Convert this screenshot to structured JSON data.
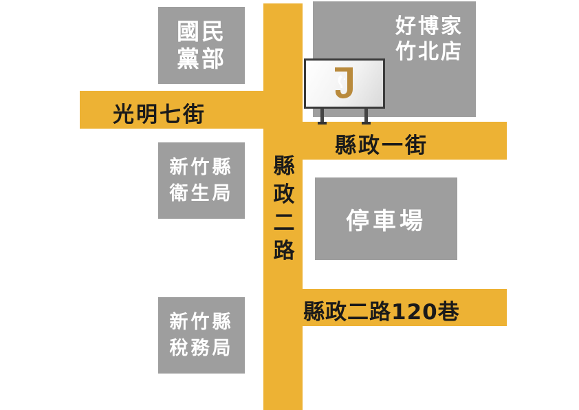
{
  "colors": {
    "road": "#EDB234",
    "block": "#9E9E9E",
    "road_text": "#1A1A1A",
    "block_text": "#FFFFFF",
    "logo_gold": "#B98A3C"
  },
  "roads": {
    "guangming7": "光明七街",
    "xianzheng1": "縣政一街",
    "xianzheng2": "縣政二路",
    "xianzheng2_alley": "縣政二路120巷"
  },
  "blocks": {
    "kmt": [
      "國民",
      "黨部"
    ],
    "costco": [
      "好博家",
      "竹北店"
    ],
    "health": [
      "新竹縣",
      "衛生局"
    ],
    "parking": "停車場",
    "tax": [
      "新竹縣",
      "稅務局"
    ]
  },
  "sign": {
    "logo_icon": "j-elephant-logo-icon"
  }
}
